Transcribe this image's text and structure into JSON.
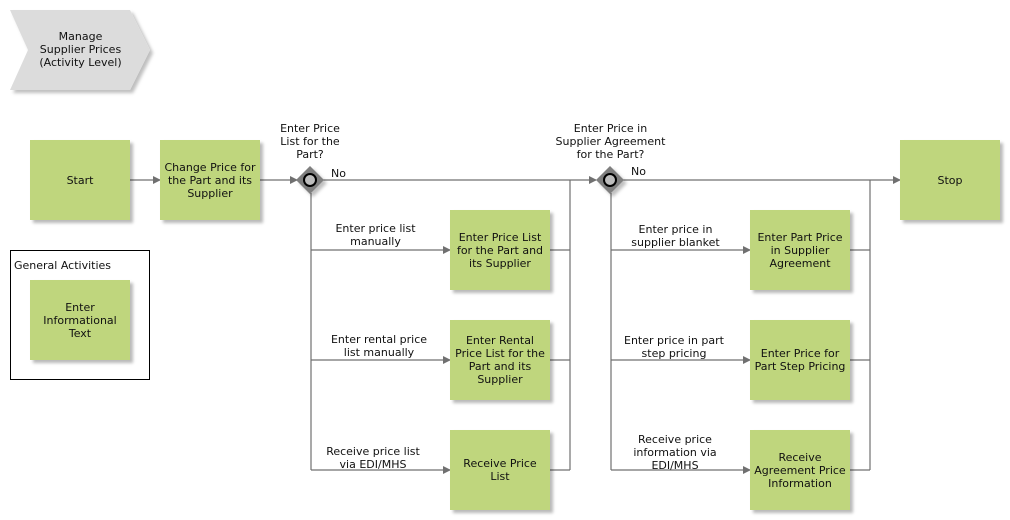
{
  "header": {
    "title": "Manage\nSupplier Prices\n(Activity Level)"
  },
  "group": {
    "title": "General Activities"
  },
  "boxes": {
    "start": "Start",
    "change_price": "Change Price for\nthe Part and its\nSupplier",
    "stop": "Stop",
    "informational": "Enter\nInformational\nText",
    "price_list_part": "Enter Price List\nfor the Part and\nits Supplier",
    "rental_price_list": "Enter Rental\nPrice List for the\nPart and its\nSupplier",
    "receive_price_list": "Receive Price\nList",
    "part_price_agreement": "Enter Part Price\nin Supplier\nAgreement",
    "part_step_pricing": "Enter Price for\nPart Step Pricing",
    "receive_agreement": "Receive\nAgreement Price\nInformation"
  },
  "gateways": {
    "g1_question": "Enter Price\nList for the\nPart?",
    "g2_question": "Enter Price in\nSupplier Agreement\nfor the Part?"
  },
  "edges": {
    "g1_no": "No",
    "g2_no": "No",
    "g1_manual": "Enter price list\nmanually",
    "g1_rental": "Enter rental price\nlist manually",
    "g1_edi": "Receive price list\nvia EDI/MHS",
    "g2_blanket": "Enter price in\nsupplier blanket",
    "g2_step": "Enter price in part\nstep pricing",
    "g2_edi": "Receive price\ninformation via\nEDI/MHS"
  },
  "colors": {
    "activity": "#bfd67d",
    "header": "#dcdcdc",
    "gateway": "#7f7f7f",
    "line": "#707070"
  }
}
